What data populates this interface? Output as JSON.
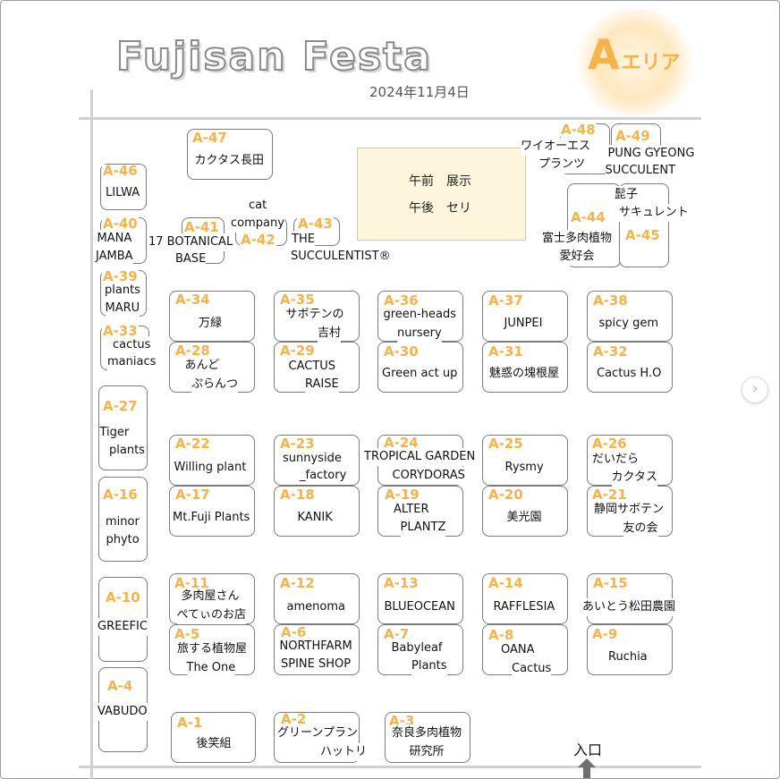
{
  "header": {
    "title": "Fujisan Festa",
    "date": "2024年11月4日",
    "area_badge_letter": "A",
    "area_badge_text": "エリア"
  },
  "stage": {
    "line1": "午前　展示",
    "line2": "午後　セリ"
  },
  "entrance_label": "入口",
  "colors": {
    "accent": "#f6b24b",
    "stage_fill": "#fdf6dc",
    "aisle": "#cdd1d8",
    "border": "#7b7b7b"
  },
  "booths": [
    {
      "code": "A-1",
      "lines": [
        "後笑組"
      ]
    },
    {
      "code": "A-2",
      "lines": [
        "グリーンプラン",
        "ハットリ"
      ]
    },
    {
      "code": "A-3",
      "lines": [
        "奈良多肉植物",
        "研究所"
      ]
    },
    {
      "code": "A-4",
      "lines": [
        "VABUDO"
      ]
    },
    {
      "code": "A-5",
      "lines": [
        "旅する植物屋",
        "The One"
      ]
    },
    {
      "code": "A-6",
      "lines": [
        "NORTHFARM",
        "SPINE SHOP"
      ]
    },
    {
      "code": "A-7",
      "lines": [
        "Babyleaf",
        "Plants"
      ]
    },
    {
      "code": "A-8",
      "lines": [
        "OANA",
        "Cactus"
      ]
    },
    {
      "code": "A-9",
      "lines": [
        "Ruchia"
      ]
    },
    {
      "code": "A-10",
      "lines": [
        "GREEFIC"
      ]
    },
    {
      "code": "A-11",
      "lines": [
        "多肉屋さん",
        "ぺてぃのお店"
      ]
    },
    {
      "code": "A-12",
      "lines": [
        "amenoma"
      ]
    },
    {
      "code": "A-13",
      "lines": [
        "BLUEOCEAN"
      ]
    },
    {
      "code": "A-14",
      "lines": [
        "RAFFLESIA"
      ]
    },
    {
      "code": "A-15",
      "lines": [
        "あいとう松田農園"
      ]
    },
    {
      "code": "A-16",
      "lines": [
        "minor",
        "phyto"
      ]
    },
    {
      "code": "A-17",
      "lines": [
        "Mt.Fuji Plants"
      ]
    },
    {
      "code": "A-18",
      "lines": [
        "KANIK"
      ]
    },
    {
      "code": "A-19",
      "lines": [
        "ALTER",
        "PLANTZ"
      ]
    },
    {
      "code": "A-20",
      "lines": [
        "美光園"
      ]
    },
    {
      "code": "A-21",
      "lines": [
        "静岡サボテン",
        "友の会"
      ]
    },
    {
      "code": "A-22",
      "lines": [
        "Willing plant"
      ]
    },
    {
      "code": "A-23",
      "lines": [
        "sunnyside",
        "_factory"
      ]
    },
    {
      "code": "A-24",
      "lines": [
        "TROPICAL GARDEN",
        "CORYDORAS"
      ]
    },
    {
      "code": "A-25",
      "lines": [
        "Rysmy"
      ]
    },
    {
      "code": "A-26",
      "lines": [
        "だいだら",
        "カクタス"
      ]
    },
    {
      "code": "A-27",
      "lines": [
        "Tiger",
        "plants"
      ]
    },
    {
      "code": "A-28",
      "lines": [
        "あんど",
        "ぷらんつ"
      ]
    },
    {
      "code": "A-29",
      "lines": [
        "CACTUS",
        "RAISE"
      ]
    },
    {
      "code": "A-30",
      "lines": [
        "Green act up"
      ]
    },
    {
      "code": "A-31",
      "lines": [
        "魅惑の塊根屋"
      ]
    },
    {
      "code": "A-32",
      "lines": [
        "Cactus H.O"
      ]
    },
    {
      "code": "A-33",
      "lines": [
        "cactus",
        "maniacs"
      ]
    },
    {
      "code": "A-34",
      "lines": [
        "万緑"
      ]
    },
    {
      "code": "A-35",
      "lines": [
        "サボテンの",
        "吉村"
      ]
    },
    {
      "code": "A-36",
      "lines": [
        "green-heads",
        "nursery"
      ]
    },
    {
      "code": "A-37",
      "lines": [
        "JUNPEI"
      ]
    },
    {
      "code": "A-38",
      "lines": [
        "spicy gem"
      ]
    },
    {
      "code": "A-39",
      "lines": [
        "plants",
        "MARU"
      ]
    },
    {
      "code": "A-40",
      "lines": [
        "MANA",
        "JAMBA"
      ]
    },
    {
      "code": "A-41",
      "lines": [
        "17 BOTANICAL",
        "BASE"
      ]
    },
    {
      "code": "A-42",
      "lines": [
        "cat",
        "company"
      ]
    },
    {
      "code": "A-43",
      "lines": [
        "THE",
        "SUCCULENTIST®"
      ]
    },
    {
      "code": "A-44",
      "lines": [
        "富士多肉植物",
        "愛好会"
      ]
    },
    {
      "code": "A-45",
      "lines": [
        "髭子",
        "サキュレント"
      ]
    },
    {
      "code": "A-46",
      "lines": [
        "LILWA"
      ]
    },
    {
      "code": "A-47",
      "lines": [
        "カクタス長田"
      ]
    },
    {
      "code": "A-48",
      "lines": [
        "ワイオーエス",
        "プランツ"
      ]
    },
    {
      "code": "A-49",
      "lines": [
        "PUNG GYEONG",
        "SUCCULENT"
      ]
    }
  ]
}
